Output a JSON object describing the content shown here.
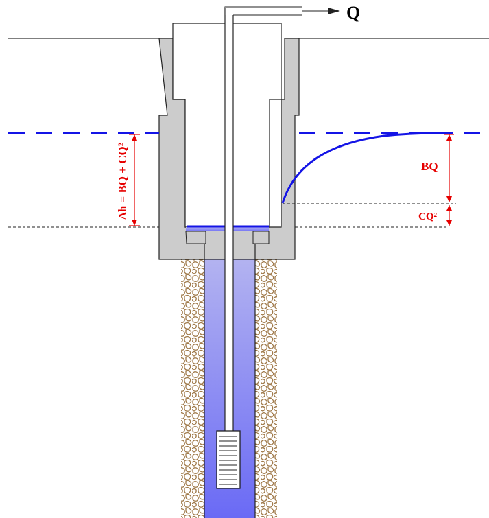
{
  "labels": {
    "discharge": "Q",
    "total_drawdown": "Δh = BQ + CQ²",
    "aquifer_loss": "BQ",
    "well_loss": "CQ²"
  },
  "colors": {
    "water_level": "#1414e6",
    "dimension": "#e60000",
    "casing": "#cccccc",
    "water_fill_top": "#b4b4f0",
    "water_fill_bottom": "#6e6ef5",
    "gravel": "#a07a4a"
  }
}
